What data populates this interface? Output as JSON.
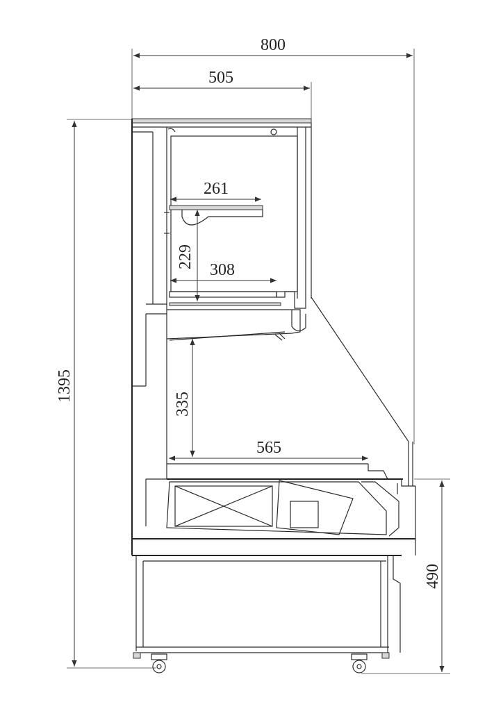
{
  "dimensions": {
    "overall_width": "800",
    "upper_width": "505",
    "overall_height": "1395",
    "base_height": "490",
    "top_shelf_depth": "261",
    "top_shelf_spacing": "229",
    "middle_depth": "308",
    "lower_opening_height": "335",
    "deck_depth": "565"
  },
  "colors": {
    "line": "#2b2b2b",
    "fill": "#d8d8d8",
    "background": "#ffffff"
  }
}
